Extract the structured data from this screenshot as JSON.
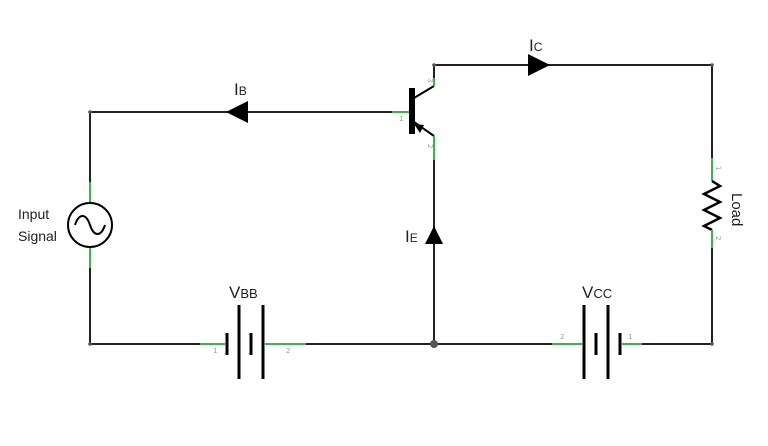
{
  "input_label_line1": "Input",
  "input_label_line2": "Signal",
  "ib": {
    "main": "I",
    "sub": "B"
  },
  "ic": {
    "main": "I",
    "sub": "C"
  },
  "ie": {
    "main": "I",
    "sub": "E"
  },
  "vbb": {
    "main": "V",
    "sub": "BB"
  },
  "vcc": {
    "main": "V",
    "sub": "CC"
  },
  "load": "Load",
  "pins": {
    "collector": "3",
    "base": "1",
    "emitter": "2",
    "load_top": "1",
    "load_bottom": "2",
    "vbb_left": "1",
    "vbb_right": "2",
    "vcc_left": "2",
    "vcc_right": "1"
  },
  "colors": {
    "wire": "#222222",
    "lead": "#3cb44b",
    "text": "#222222"
  }
}
